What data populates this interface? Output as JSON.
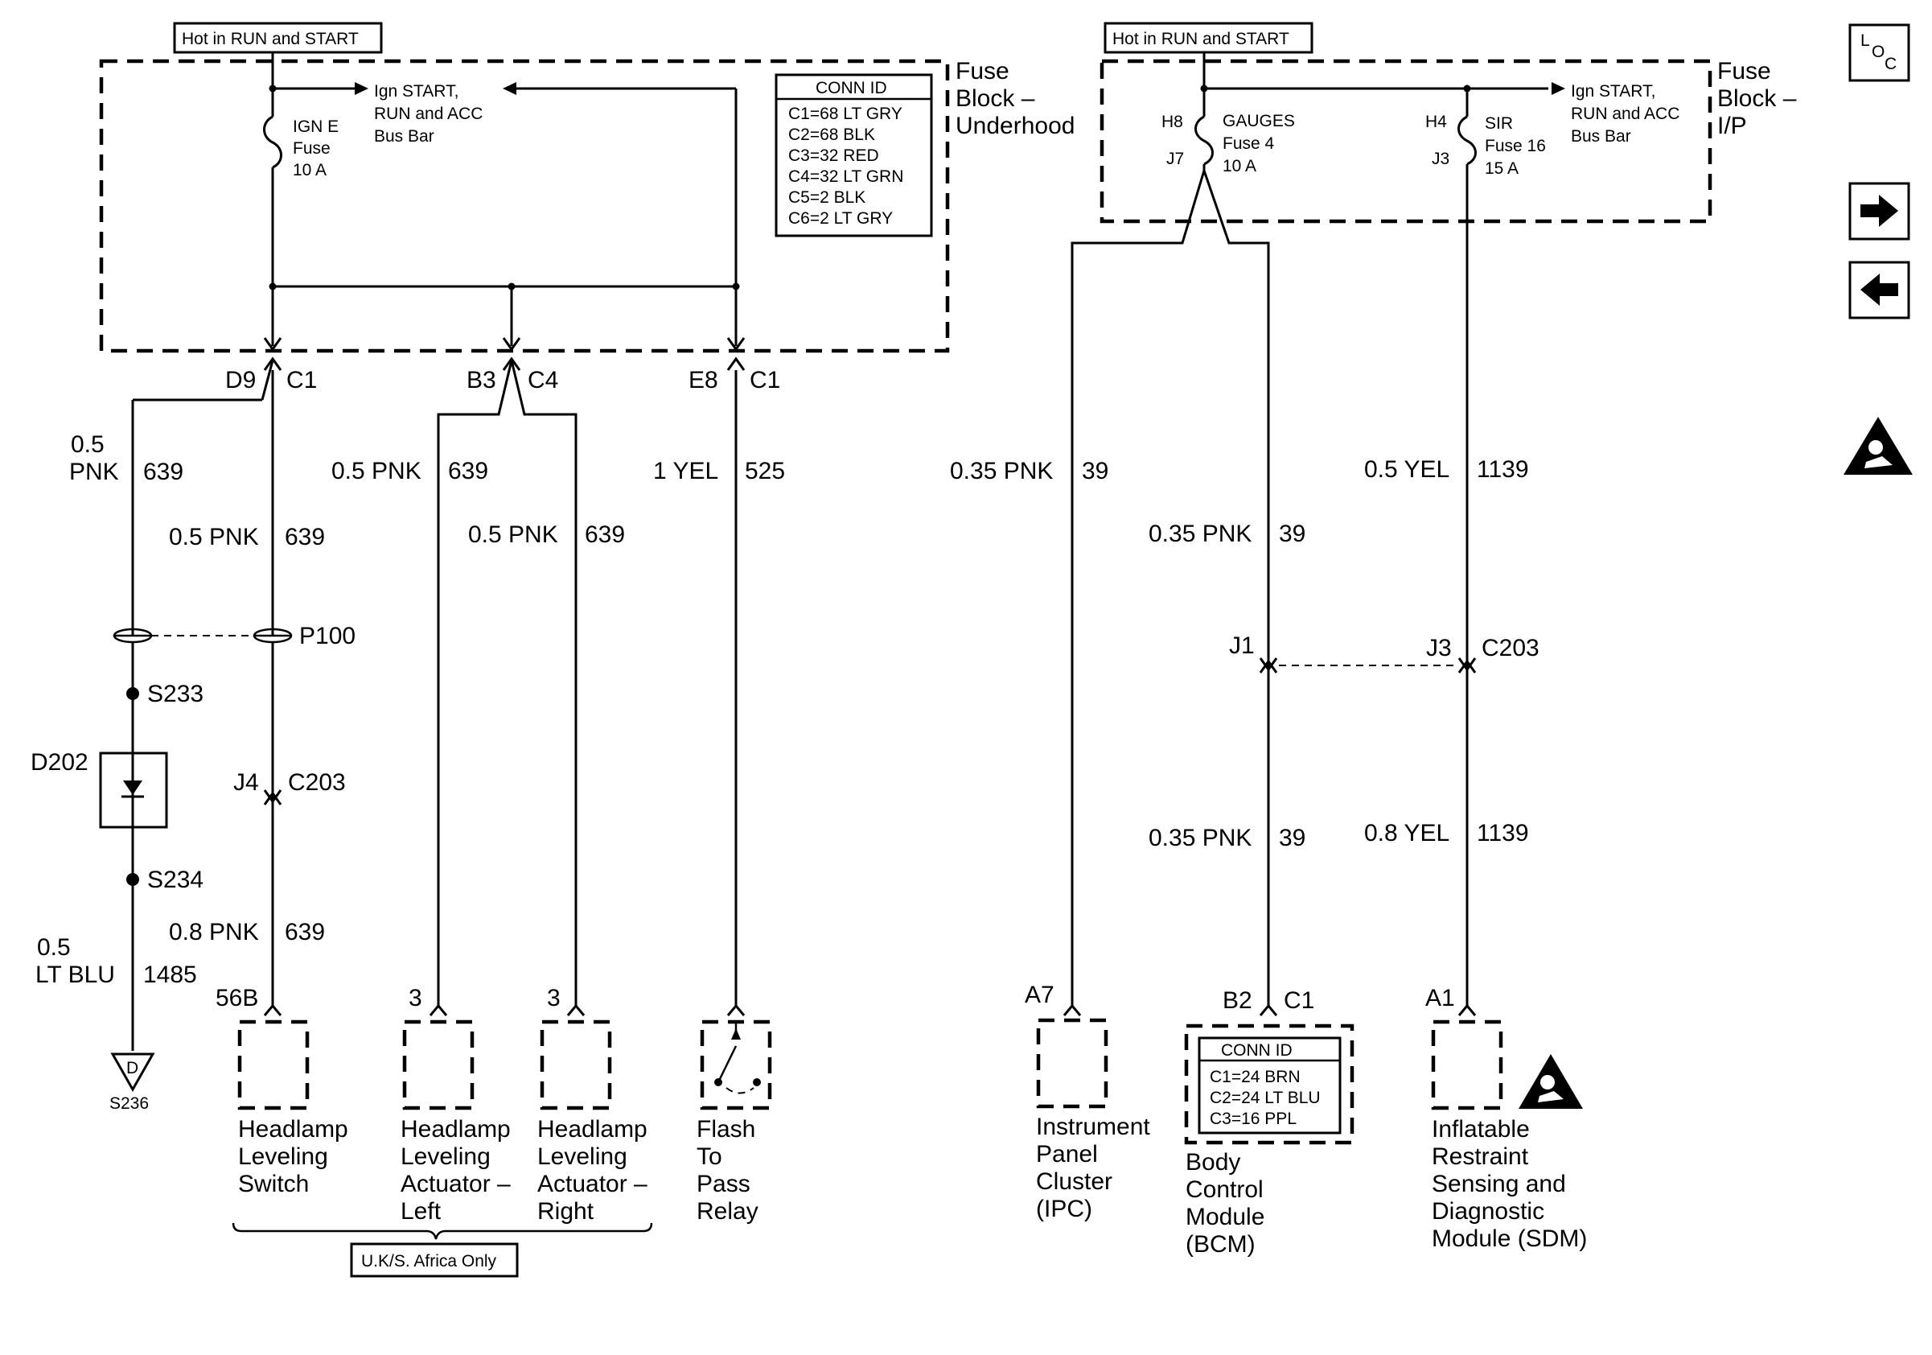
{
  "hot_labels": {
    "left": "Hot in RUN and START",
    "right": "Hot in RUN and START"
  },
  "fuse_blocks": {
    "underhood": [
      "Fuse",
      "Block –",
      "Underhood"
    ],
    "ip": [
      "Fuse",
      "Block –",
      "I/P"
    ]
  },
  "bus_bars": {
    "left": [
      "Ign START,",
      "RUN and ACC",
      "Bus Bar"
    ],
    "right": [
      "Ign START,",
      "RUN and ACC",
      "Bus Bar"
    ]
  },
  "fuses": {
    "ign_e": [
      "IGN E",
      "Fuse",
      "10 A"
    ],
    "gauges": [
      "GAUGES",
      "Fuse 4",
      "10 A"
    ],
    "sir": [
      "SIR",
      "Fuse 16",
      "15 A"
    ]
  },
  "fuse_pins": {
    "h8": "H8",
    "j7": "J7",
    "h4": "H4",
    "j3": "J3"
  },
  "conn_id_underhood": {
    "title": "CONN ID",
    "rows": [
      "C1=68 LT GRY",
      "C2=68 BLK",
      "C3=32 RED",
      "C4=32 LT GRN",
      "C5=2 BLK",
      "C6=2 LT GRY"
    ]
  },
  "conn_id_bcm": {
    "title": "CONN ID",
    "rows": [
      "C1=24 BRN",
      "C2=24 LT BLU",
      "C3=16 PPL"
    ]
  },
  "connectors": {
    "d9": "D9",
    "c1_a": "C1",
    "b3": "B3",
    "c4": "C4",
    "e8": "E8",
    "c1_b": "C1",
    "p100": "P100",
    "s233": "S233",
    "s234": "S234",
    "d202": "D202",
    "j4": "J4",
    "c203_a": "C203",
    "j1": "J1",
    "j3b": "J3",
    "c203_b": "C203",
    "pin_56b": "56B",
    "pin_3a": "3",
    "pin_3b": "3",
    "a7": "A7",
    "b2": "B2",
    "c1_c": "C1",
    "a1": "A1",
    "ground_letter": "D",
    "s236": "S236"
  },
  "wires": {
    "w1_size": "0.5",
    "w1_color": "PNK",
    "w1_circuit": "639",
    "w2": "0.5 PNK",
    "w2_circuit": "639",
    "w3": "0.5 PNK",
    "w3_circuit": "639",
    "w4": "0.5 PNK",
    "w4_circuit": "639",
    "w5": "1 YEL",
    "w5_circuit": "525",
    "w6": "0.35 PNK",
    "w6_circuit": "39",
    "w7": "0.35 PNK",
    "w7_circuit": "39",
    "w8": "0.5 YEL",
    "w8_circuit": "1139",
    "w9": "0.35 PNK",
    "w9_circuit": "39",
    "w10": "0.8 YEL",
    "w10_circuit": "1139",
    "w11": "0.8 PNK",
    "w11_circuit": "639",
    "w12_size": "0.5",
    "w12_color": "LT BLU",
    "w12_circuit": "1485"
  },
  "components": {
    "hl_switch": [
      "Headlamp",
      "Leveling",
      "Switch"
    ],
    "hl_left": [
      "Headlamp",
      "Leveling",
      "Actuator –",
      "Left"
    ],
    "hl_right": [
      "Headlamp",
      "Leveling",
      "Actuator –",
      "Right"
    ],
    "ftp_relay": [
      "Flash",
      "To",
      "Pass",
      "Relay"
    ],
    "ipc": [
      "Instrument",
      "Panel",
      "Cluster",
      "(IPC)"
    ],
    "bcm": [
      "Body",
      "Control",
      "Module",
      "(BCM)"
    ],
    "sdm": [
      "Inflatable",
      "Restraint",
      "Sensing and",
      "Diagnostic",
      "Module (SDM)"
    ]
  },
  "region_note": "U.K/S. Africa Only",
  "nav": {
    "loc_l": "L",
    "loc_o": "O",
    "loc_c": "C"
  },
  "icons": [
    "loc-icon",
    "arrow-right-icon",
    "arrow-left-icon",
    "airbag-warning-icon"
  ]
}
